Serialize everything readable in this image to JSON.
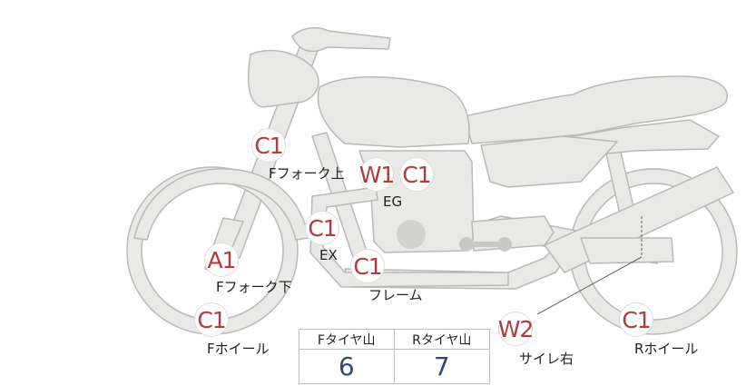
{
  "colors": {
    "bike_fill": "#e9e9e7",
    "bike_stroke": "#b9b9b6",
    "engine_circle": "#d2d2cf",
    "grade_text": "#b23a3a",
    "value_text": "#2e4a7a"
  },
  "points": [
    {
      "grade": "C1",
      "label": "Fフォーク上"
    },
    {
      "grade": "W1",
      "label": ""
    },
    {
      "grade": "C1",
      "label": "EG"
    },
    {
      "grade": "C1",
      "label": "EX"
    },
    {
      "grade": "A1",
      "label": "Fフォーク下"
    },
    {
      "grade": "C1",
      "label": "フレーム"
    },
    {
      "grade": "C1",
      "label": "Fホイール"
    },
    {
      "grade": "W2",
      "label": "サイレ右"
    },
    {
      "grade": "C1",
      "label": "Rホイール"
    }
  ],
  "tread": {
    "front_header": "Fタイヤ山",
    "rear_header": "Rタイヤ山",
    "front_value": "6",
    "rear_value": "7"
  }
}
